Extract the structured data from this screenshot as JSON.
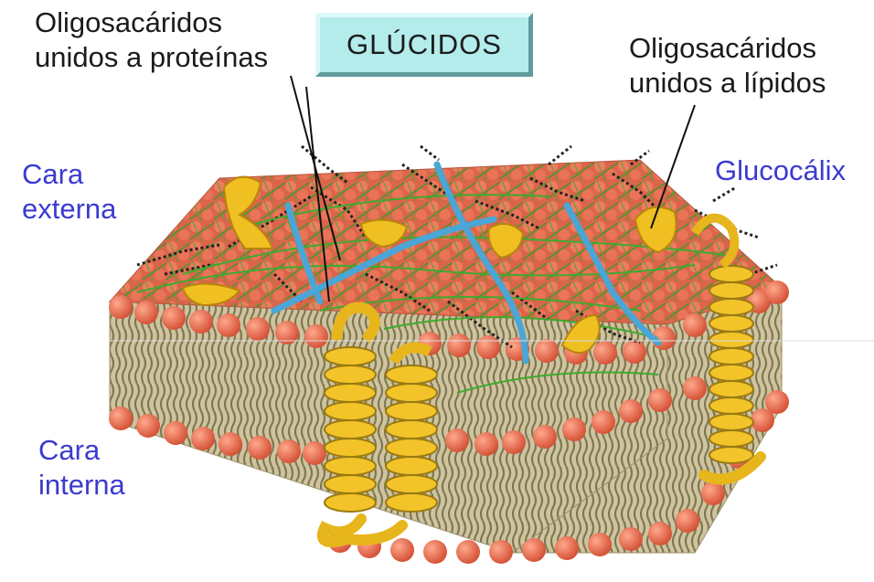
{
  "title": "GLÚCIDOS",
  "labels": {
    "oligo_proteins": "Oligosacáridos\nunidos a proteínas",
    "oligo_lipids": "Oligosacáridos\nunidos a lípidos",
    "outer_face": "Cara\nexterna",
    "glycocalyx": "Glucocálix",
    "inner_face": "Cara\ninterna"
  },
  "colors": {
    "label_black": "#1b1b1b",
    "label_blue": "#3b3bd0",
    "title_box": "#b4ecec",
    "lipid_head": "#e8674a",
    "tail": "#8f8a5a",
    "protein": "#f0c023",
    "chain_blue": "#4aa6d6",
    "filament_green": "#3faa2e"
  },
  "icons": [
    "lipid-bilayer-block",
    "helical-transmembrane-protein",
    "oligosaccharide-chain"
  ]
}
